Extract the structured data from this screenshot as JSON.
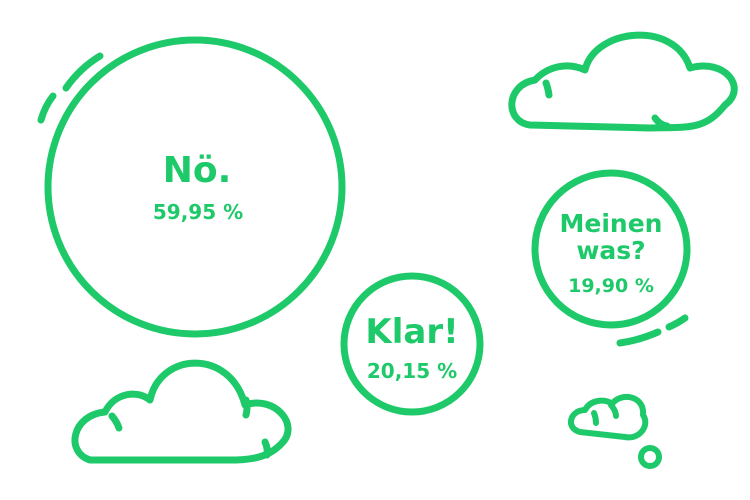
{
  "chart_data": {
    "type": "bubble",
    "title": "",
    "legend": "none",
    "grid": false,
    "accent_color": "#1ec96a",
    "series": [
      {
        "label": "Nö.",
        "value_text": "59,95 %",
        "value": 59.95
      },
      {
        "label": "Klar!",
        "value_text": "20,15 %",
        "value": 20.15
      },
      {
        "label_lines": [
          "Meinen",
          "was?"
        ],
        "value_text": "19,90 %",
        "value": 19.9
      }
    ],
    "decorations": [
      "cloud-icon",
      "cloud-icon",
      "small-cloud-icon",
      "tick-marks"
    ]
  }
}
